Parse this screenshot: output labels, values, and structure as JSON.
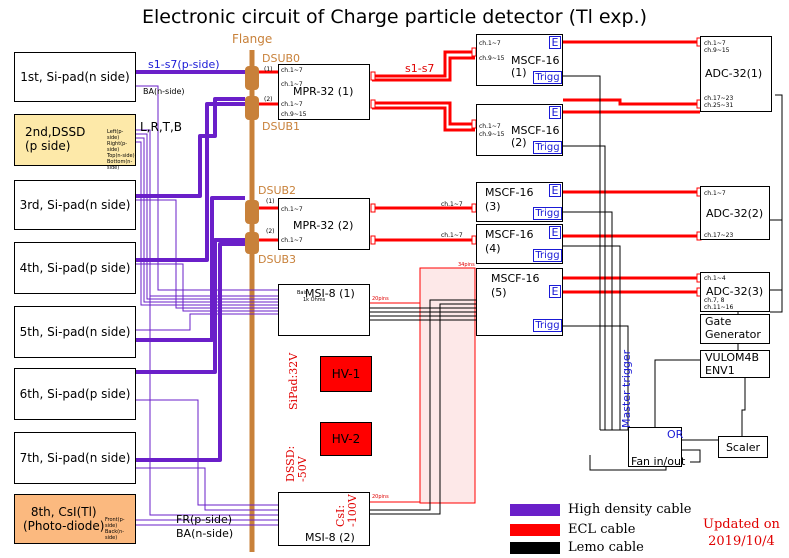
{
  "title": "Electronic circuit of Charge particle detector (Tl exp.)",
  "flange": "Flange",
  "dsub": [
    "DSUB0",
    "DSUB1",
    "DSUB2",
    "DSUB3"
  ],
  "detectors": [
    {
      "label": "1st, Si-pad(n side)"
    },
    {
      "label": "2nd,DSSD\n(p side)"
    },
    {
      "label": "3rd, Si-pad(n side)"
    },
    {
      "label": "4th, Si-pad(p side)"
    },
    {
      "label": "5th, Si-pad(n side)"
    },
    {
      "label": "6th, Si-pad(p side)"
    },
    {
      "label": "7th, Si-pad(n side)"
    },
    {
      "label": "8th, CsI(Tl)\n(Photo-diode)"
    }
  ],
  "labels": {
    "s1_s7_p_side": "s1-s7(p-side)",
    "ba_n_side_top": "BA(n-side)",
    "lrtb": "L,R,T,B",
    "s1_s7": "s1-s7",
    "fr_p_side": "FR(p-side)",
    "ba_n_side_bottom": "BA(n-side)",
    "dssd_small": [
      "Left(p-side)",
      "Right(p-side)",
      "Top(n-side)",
      "Bottom(n-side)"
    ],
    "csi_small": [
      "Front(p-side)",
      "Back(n-side)"
    ]
  },
  "mpr": [
    {
      "name": "MPR-32 (1)",
      "ch1": "ch.1~7",
      "ch2": "ch.9~15",
      "c1": "(1)",
      "c2": "(2)"
    },
    {
      "name": "MPR-32 (2)",
      "ch1": "ch.1~7",
      "ch2": "ch.1~7",
      "c1": "(1)",
      "c2": "(2)"
    }
  ],
  "mscf": [
    {
      "name": "MSCF-16\n(1)",
      "ch1": "ch.1~7",
      "ch2": "ch.9~15",
      "e": "E",
      "trigg": "Trigg"
    },
    {
      "name": "MSCF-16\n(2)",
      "ch1": "ch.1~7",
      "ch2": "ch.9~15",
      "e": "E",
      "trigg": "Trigg"
    },
    {
      "name": "MSCF-16\n(3)",
      "ch1": "ch.1~7",
      "e": "E",
      "trigg": "Trigg"
    },
    {
      "name": "MSCF-16\n(4)",
      "ch1": "ch.1~7",
      "e": "E",
      "trigg": "Trigg"
    },
    {
      "name": "MSCF-16\n(5)",
      "e": "E",
      "trigg": "Trigg",
      "pins": "34pins"
    }
  ],
  "adc": [
    {
      "name": "ADC-32(1)",
      "chs_top": [
        "ch.1~7",
        "ch.9~15"
      ],
      "chs_bottom": [
        "ch.17~23",
        "ch.25~31"
      ]
    },
    {
      "name": "ADC-32(2)",
      "chs_top": [
        "ch.1~7"
      ],
      "chs_bottom": [
        "ch.17~23"
      ]
    },
    {
      "name": "ADC-32(3)",
      "chs_top": [
        "ch.1~4"
      ],
      "chs_bottom": [
        "ch.7, 8",
        "ch.11~16"
      ]
    }
  ],
  "msi": [
    {
      "name": "MSI-8 (1)",
      "bais": "Bais",
      "ohm": "1k Ohms",
      "pins": "20pins"
    },
    {
      "name": "MSI-8 (2)",
      "pins": "20pins"
    }
  ],
  "hv": [
    "HV-1",
    "HV-2"
  ],
  "hv_labels": {
    "sipad": "SiPad:32V",
    "dssd": "DSSD:\n-50V",
    "csi": "CsI:\n-100V"
  },
  "modules": {
    "gate_generator": "Gate\nGenerator",
    "vulom": "VULOM4B\nENV1",
    "scaler": "Scaler",
    "fan": "Fan in/out",
    "or": "OR",
    "master_trigger": "Master trigger"
  },
  "legend": [
    {
      "label": "High density cable",
      "color": "#6a1fc9"
    },
    {
      "label": "ECL cable",
      "color": "#ff0000"
    },
    {
      "label": "Lemo cable",
      "color": "#000000"
    }
  ],
  "updated": "Updated on\n2019/10/4",
  "colors": {
    "purple": "#6a1fc9",
    "red": "#ff0000",
    "brown": "#c8813a",
    "navy": "#1a1ad6",
    "hv": "#ff0000"
  }
}
